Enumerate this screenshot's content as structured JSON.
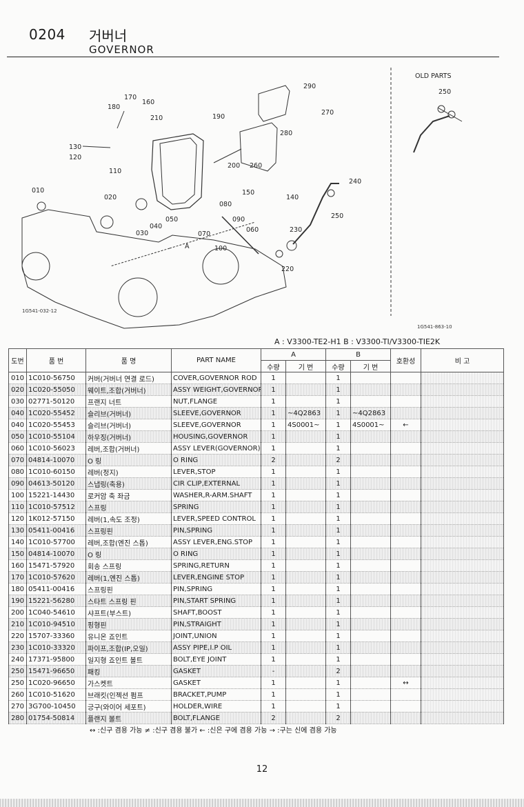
{
  "header": {
    "code": "0204",
    "title_kr": "거버너",
    "title_en": "GOVERNOR"
  },
  "diagram": {
    "old_parts_label": "OLD PARTS",
    "left_code": "1G541-032-12",
    "right_code": "1G541-863-10",
    "callouts": [
      "290",
      "270",
      "280",
      "190",
      "170",
      "160",
      "180",
      "210",
      "130",
      "120",
      "110",
      "200",
      "260",
      "010",
      "020",
      "150",
      "140",
      "240",
      "250",
      "080",
      "090",
      "060",
      "040",
      "050",
      "030",
      "070",
      "100",
      "230",
      "220"
    ],
    "old_callouts": [
      "250"
    ],
    "arrow_letter": "A"
  },
  "models_line": "A : V3300-TE2-H1   B : V3300-TI/V3300-TIE2K",
  "table": {
    "headers": {
      "no": "도번",
      "part_no": "품 번",
      "name_kr": "품 명",
      "name_en": "PART NAME",
      "group_a": "A",
      "group_b": "B",
      "qty": "수량",
      "serial": "기 번",
      "compat": "호환성",
      "remarks": "비 고"
    },
    "rows": [
      {
        "no": "010",
        "part_no": "1C010-56750",
        "name_kr": "커버(거버너 연결 로드)",
        "name_en": "COVER,GOVERNOR ROD",
        "qa": "1",
        "sa": "",
        "qb": "1",
        "sb": "",
        "compat": "",
        "shade": false
      },
      {
        "no": "020",
        "part_no": "1C020-55050",
        "name_kr": "웨이트,조합(거버너)",
        "name_en": "ASSY WEIGHT,GOVERNOR",
        "qa": "1",
        "sa": "",
        "qb": "1",
        "sb": "",
        "compat": "",
        "shade": true
      },
      {
        "no": "030",
        "part_no": "02771-50120",
        "name_kr": "프랜지 너트",
        "name_en": "NUT,FLANGE",
        "qa": "1",
        "sa": "",
        "qb": "1",
        "sb": "",
        "compat": "",
        "shade": false
      },
      {
        "no": "040",
        "part_no": "1C020-55452",
        "name_kr": "슬리브(거버너)",
        "name_en": "SLEEVE,GOVERNOR",
        "qa": "1",
        "sa": "~4Q2863",
        "qb": "1",
        "sb": "~4Q2863",
        "compat": "",
        "shade": true
      },
      {
        "no": "040",
        "part_no": "1C020-55453",
        "name_kr": "슬리브(거버너)",
        "name_en": "SLEEVE,GOVERNOR",
        "qa": "1",
        "sa": "4S0001~",
        "qb": "1",
        "sb": "4S0001~",
        "compat": "←",
        "shade": false
      },
      {
        "no": "050",
        "part_no": "1C010-55104",
        "name_kr": "하우징(거버너)",
        "name_en": "HOUSING,GOVERNOR",
        "qa": "1",
        "sa": "",
        "qb": "1",
        "sb": "",
        "compat": "",
        "shade": true
      },
      {
        "no": "060",
        "part_no": "1C010-56023",
        "name_kr": "레버,조합(거버너)",
        "name_en": "ASSY LEVER(GOVERNOR)",
        "qa": "1",
        "sa": "",
        "qb": "1",
        "sb": "",
        "compat": "",
        "shade": false
      },
      {
        "no": "070",
        "part_no": "04814-10070",
        "name_kr": "O 링",
        "name_en": "O RING",
        "qa": "2",
        "sa": "",
        "qb": "2",
        "sb": "",
        "compat": "",
        "shade": true
      },
      {
        "no": "080",
        "part_no": "1C010-60150",
        "name_kr": "레버(정지)",
        "name_en": "LEVER,STOP",
        "qa": "1",
        "sa": "",
        "qb": "1",
        "sb": "",
        "compat": "",
        "shade": false
      },
      {
        "no": "090",
        "part_no": "04613-50120",
        "name_kr": "스냅링(축용)",
        "name_en": "CIR CLIP,EXTERNAL",
        "qa": "1",
        "sa": "",
        "qb": "1",
        "sb": "",
        "compat": "",
        "shade": true
      },
      {
        "no": "100",
        "part_no": "15221-14430",
        "name_kr": "로커암 축 좌금",
        "name_en": "WASHER,R-ARM.SHAFT",
        "qa": "1",
        "sa": "",
        "qb": "1",
        "sb": "",
        "compat": "",
        "shade": false
      },
      {
        "no": "110",
        "part_no": "1C010-57512",
        "name_kr": "스프링",
        "name_en": "SPRING",
        "qa": "1",
        "sa": "",
        "qb": "1",
        "sb": "",
        "compat": "",
        "shade": true
      },
      {
        "no": "120",
        "part_no": "1K012-57150",
        "name_kr": "레버(1,속도 조정)",
        "name_en": "LEVER,SPEED CONTROL",
        "qa": "1",
        "sa": "",
        "qb": "1",
        "sb": "",
        "compat": "",
        "shade": false
      },
      {
        "no": "130",
        "part_no": "05411-00416",
        "name_kr": "스프링핀",
        "name_en": "PIN,SPRING",
        "qa": "1",
        "sa": "",
        "qb": "1",
        "sb": "",
        "compat": "",
        "shade": true
      },
      {
        "no": "140",
        "part_no": "1C010-57700",
        "name_kr": "레버,조합(엔진 스톱)",
        "name_en": "ASSY LEVER,ENG.STOP",
        "qa": "1",
        "sa": "",
        "qb": "1",
        "sb": "",
        "compat": "",
        "shade": false
      },
      {
        "no": "150",
        "part_no": "04814-10070",
        "name_kr": "O 링",
        "name_en": "O RING",
        "qa": "1",
        "sa": "",
        "qb": "1",
        "sb": "",
        "compat": "",
        "shade": true
      },
      {
        "no": "160",
        "part_no": "15471-57920",
        "name_kr": "회송 스프링",
        "name_en": "SPRING,RETURN",
        "qa": "1",
        "sa": "",
        "qb": "1",
        "sb": "",
        "compat": "",
        "shade": false
      },
      {
        "no": "170",
        "part_no": "1C010-57620",
        "name_kr": "레버(1,엔진 스톱)",
        "name_en": "LEVER,ENGINE STOP",
        "qa": "1",
        "sa": "",
        "qb": "1",
        "sb": "",
        "compat": "",
        "shade": true
      },
      {
        "no": "180",
        "part_no": "05411-00416",
        "name_kr": "스프링핀",
        "name_en": "PIN,SPRING",
        "qa": "1",
        "sa": "",
        "qb": "1",
        "sb": "",
        "compat": "",
        "shade": false
      },
      {
        "no": "190",
        "part_no": "15221-56280",
        "name_kr": "스타트 스프링 핀",
        "name_en": "PIN,START SPRING",
        "qa": "1",
        "sa": "",
        "qb": "1",
        "sb": "",
        "compat": "",
        "shade": true
      },
      {
        "no": "200",
        "part_no": "1C040-54610",
        "name_kr": "샤프트(부스트)",
        "name_en": "SHAFT,BOOST",
        "qa": "1",
        "sa": "",
        "qb": "1",
        "sb": "",
        "compat": "",
        "shade": false
      },
      {
        "no": "210",
        "part_no": "1C010-94510",
        "name_kr": "핑형핀",
        "name_en": "PIN,STRAIGHT",
        "qa": "1",
        "sa": "",
        "qb": "1",
        "sb": "",
        "compat": "",
        "shade": true
      },
      {
        "no": "220",
        "part_no": "15707-33360",
        "name_kr": "유니온 죠인트",
        "name_en": "JOINT,UNION",
        "qa": "1",
        "sa": "",
        "qb": "1",
        "sb": "",
        "compat": "",
        "shade": false
      },
      {
        "no": "230",
        "part_no": "1C010-33320",
        "name_kr": "파이프,조합(IP,오일)",
        "name_en": "ASSY PIPE,I.P OIL",
        "qa": "1",
        "sa": "",
        "qb": "1",
        "sb": "",
        "compat": "",
        "shade": true
      },
      {
        "no": "240",
        "part_no": "17371-95800",
        "name_kr": "일지형 죠인트 볼트",
        "name_en": "BOLT,EYE JOINT",
        "qa": "1",
        "sa": "",
        "qb": "1",
        "sb": "",
        "compat": "",
        "shade": false
      },
      {
        "no": "250",
        "part_no": "15471-96650",
        "name_kr": "패킹",
        "name_en": "GASKET",
        "qa": "-",
        "sa": "",
        "qb": "2",
        "sb": "",
        "compat": "",
        "shade": true
      },
      {
        "no": "250",
        "part_no": "1C020-96650",
        "name_kr": "가스켓트",
        "name_en": "GASKET",
        "qa": "1",
        "sa": "",
        "qb": "1",
        "sb": "",
        "compat": "↔",
        "shade": false
      },
      {
        "no": "260",
        "part_no": "1C010-51620",
        "name_kr": "브래킷(인젝션 펌프",
        "name_en": "BRACKET,PUMP",
        "qa": "1",
        "sa": "",
        "qb": "1",
        "sb": "",
        "compat": "",
        "shade": false
      },
      {
        "no": "270",
        "part_no": "3G700-10450",
        "name_kr": "긍구(와이어 세포트)",
        "name_en": "HOLDER,WIRE",
        "qa": "1",
        "sa": "",
        "qb": "1",
        "sb": "",
        "compat": "",
        "shade": false
      },
      {
        "no": "280",
        "part_no": "01754-50814",
        "name_kr": "플랜지 볼트",
        "name_en": "BOLT,FLANGE",
        "qa": "2",
        "sa": "",
        "qb": "2",
        "sb": "",
        "compat": "",
        "shade": true
      }
    ]
  },
  "legend": "↔ :신구 겸용 가능    ≠ :신구 겸용 불가    ← :신은 구에 겸용 가능    → :구는 신에 겸용 가능",
  "page_number": "12"
}
